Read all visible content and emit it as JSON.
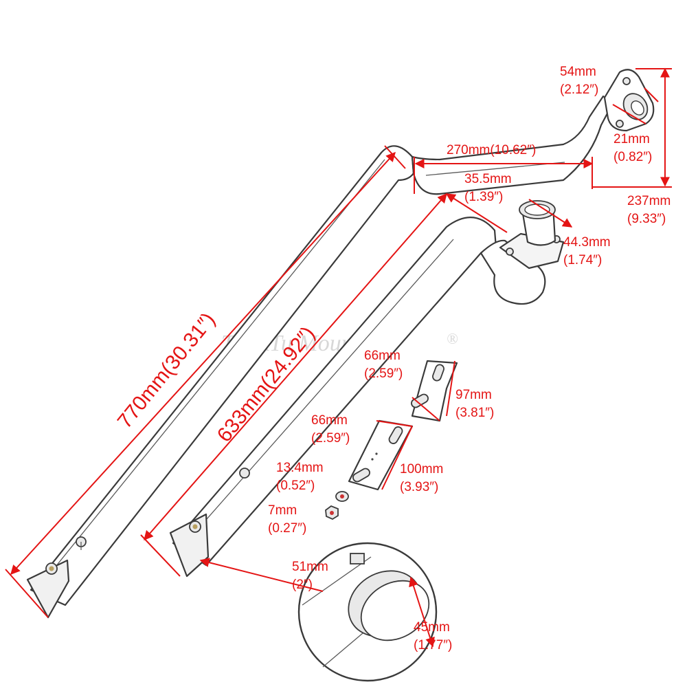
{
  "watermark": "TrickTu Mount",
  "watermark_mark": "®",
  "colors": {
    "dimension": "#e41414",
    "outline": "#3a3a3a"
  },
  "dimensions": {
    "bar_long": "770mm(30.31″)",
    "bar_short": "633mm(24.92″)",
    "top_arm_length": "270mm(10.62″)",
    "top_plate_width": {
      "mm": "54mm",
      "in": "(2.12″)"
    },
    "top_hole": {
      "mm": "21mm",
      "in": "(0.82″)"
    },
    "total_height": {
      "mm": "237mm",
      "in": "(9.33″)"
    },
    "offset": {
      "mm": "35.5mm",
      "in": "(1.39″)"
    },
    "cup_diameter": {
      "mm": "44.3mm",
      "in": "(1.74″)"
    },
    "bracket_a_width": {
      "mm": "66mm",
      "in": "(2.59″)"
    },
    "bracket_a_length": {
      "mm": "97mm",
      "in": "(3.81″)"
    },
    "bracket_b_width": {
      "mm": "66mm",
      "in": "(2.59″)"
    },
    "bracket_b_length": {
      "mm": "100mm",
      "in": "(3.93″)"
    },
    "washer": {
      "mm": "13.4mm",
      "in": "(0.52″)"
    },
    "nut": {
      "mm": "7mm",
      "in": "(0.27″)"
    },
    "detail_outer": {
      "mm": "51mm",
      "in": "(2″)"
    },
    "detail_inner": {
      "mm": "45mm",
      "in": "(1.77″)"
    }
  }
}
